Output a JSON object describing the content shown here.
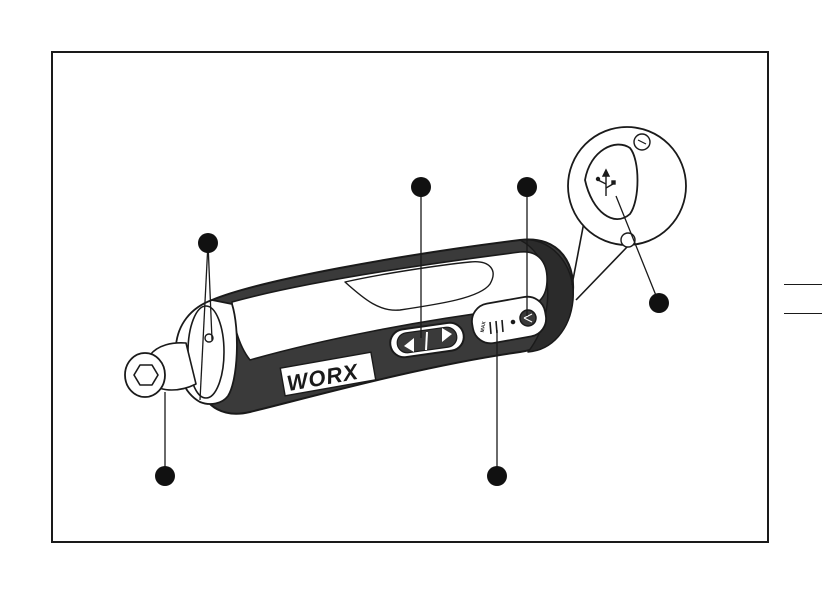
{
  "figure": {
    "brand_logo_text": "WORX",
    "speed_indicator_label": "MAX",
    "callout_count": 6,
    "colors": {
      "line": "#1a1a1a",
      "body_dark": "#3a3a3a",
      "body_light": "#ffffff",
      "marker": "#111111"
    },
    "icons": [
      "usb-icon",
      "hex-bit-holder-icon",
      "direction-arrow-left-icon",
      "direction-arrow-right-icon",
      "light-icon"
    ]
  }
}
